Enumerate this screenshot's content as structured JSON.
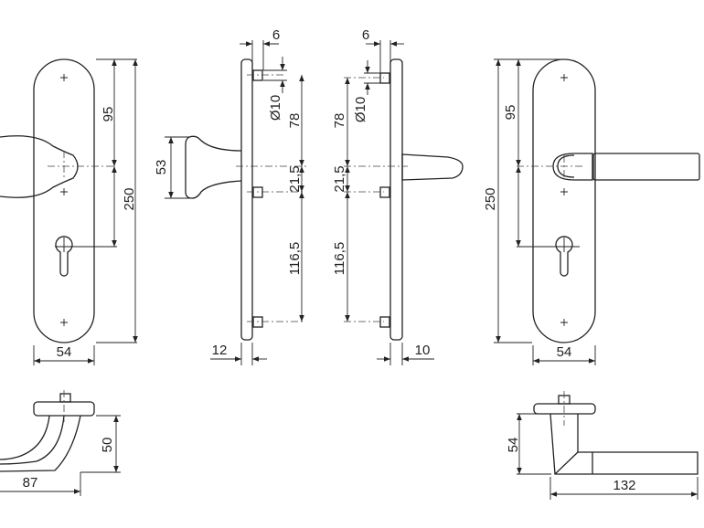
{
  "drawing": {
    "front_left": {
      "height_total": "250",
      "spindle_to_top": "95",
      "width": "54"
    },
    "side_left": {
      "knob_height": "53",
      "pin_offset": "6",
      "pin_diameter": "Ø10",
      "top_pin_to_spindle": "78",
      "spindle_to_middle_pin": "21,5",
      "middle_to_bottom_pin": "116,5",
      "plate_thickness": "12"
    },
    "side_right": {
      "pin_offset": "6",
      "pin_diameter": "Ø10",
      "top_pin_to_spindle": "78",
      "spindle_to_middle_pin": "21,5",
      "middle_to_bottom_pin": "116,5",
      "plate_thickness": "10"
    },
    "front_right": {
      "height_total": "250",
      "spindle_to_top": "95",
      "width": "54"
    },
    "knob_top": {
      "height": "50",
      "projection": "87"
    },
    "lever_top": {
      "height": "54",
      "length": "132"
    }
  }
}
